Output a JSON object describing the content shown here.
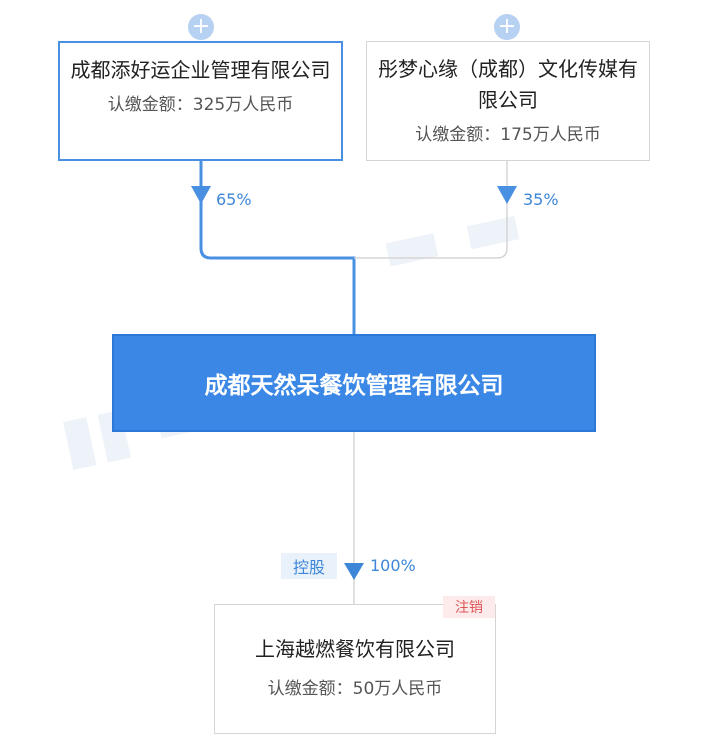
{
  "shareholders": [
    {
      "name": "成都添好运企业管理有限公司",
      "amount": "认缴金额：325万人民币",
      "percent": "65%",
      "plus_icon": "+"
    },
    {
      "name": "彤梦心缘（成都）文化传媒有限公司",
      "amount": "认缴金额：175万人民币",
      "percent": "35%",
      "plus_icon": "+"
    }
  ],
  "company": {
    "name": "成都天然呆餐饮管理有限公司"
  },
  "subsidiary": {
    "relation": "控股",
    "percent": "100%",
    "status": "注销",
    "name": "上海越燃餐饮有限公司",
    "amount": "认缴金额：50万人民币"
  },
  "colors": {
    "accent": "#3b87e6",
    "line_active": "#4a90e2",
    "line_inactive": "#d5d5d5",
    "status_red": "#e0575a"
  },
  "icons": [
    "plus-icon",
    "arrow-down-icon"
  ]
}
